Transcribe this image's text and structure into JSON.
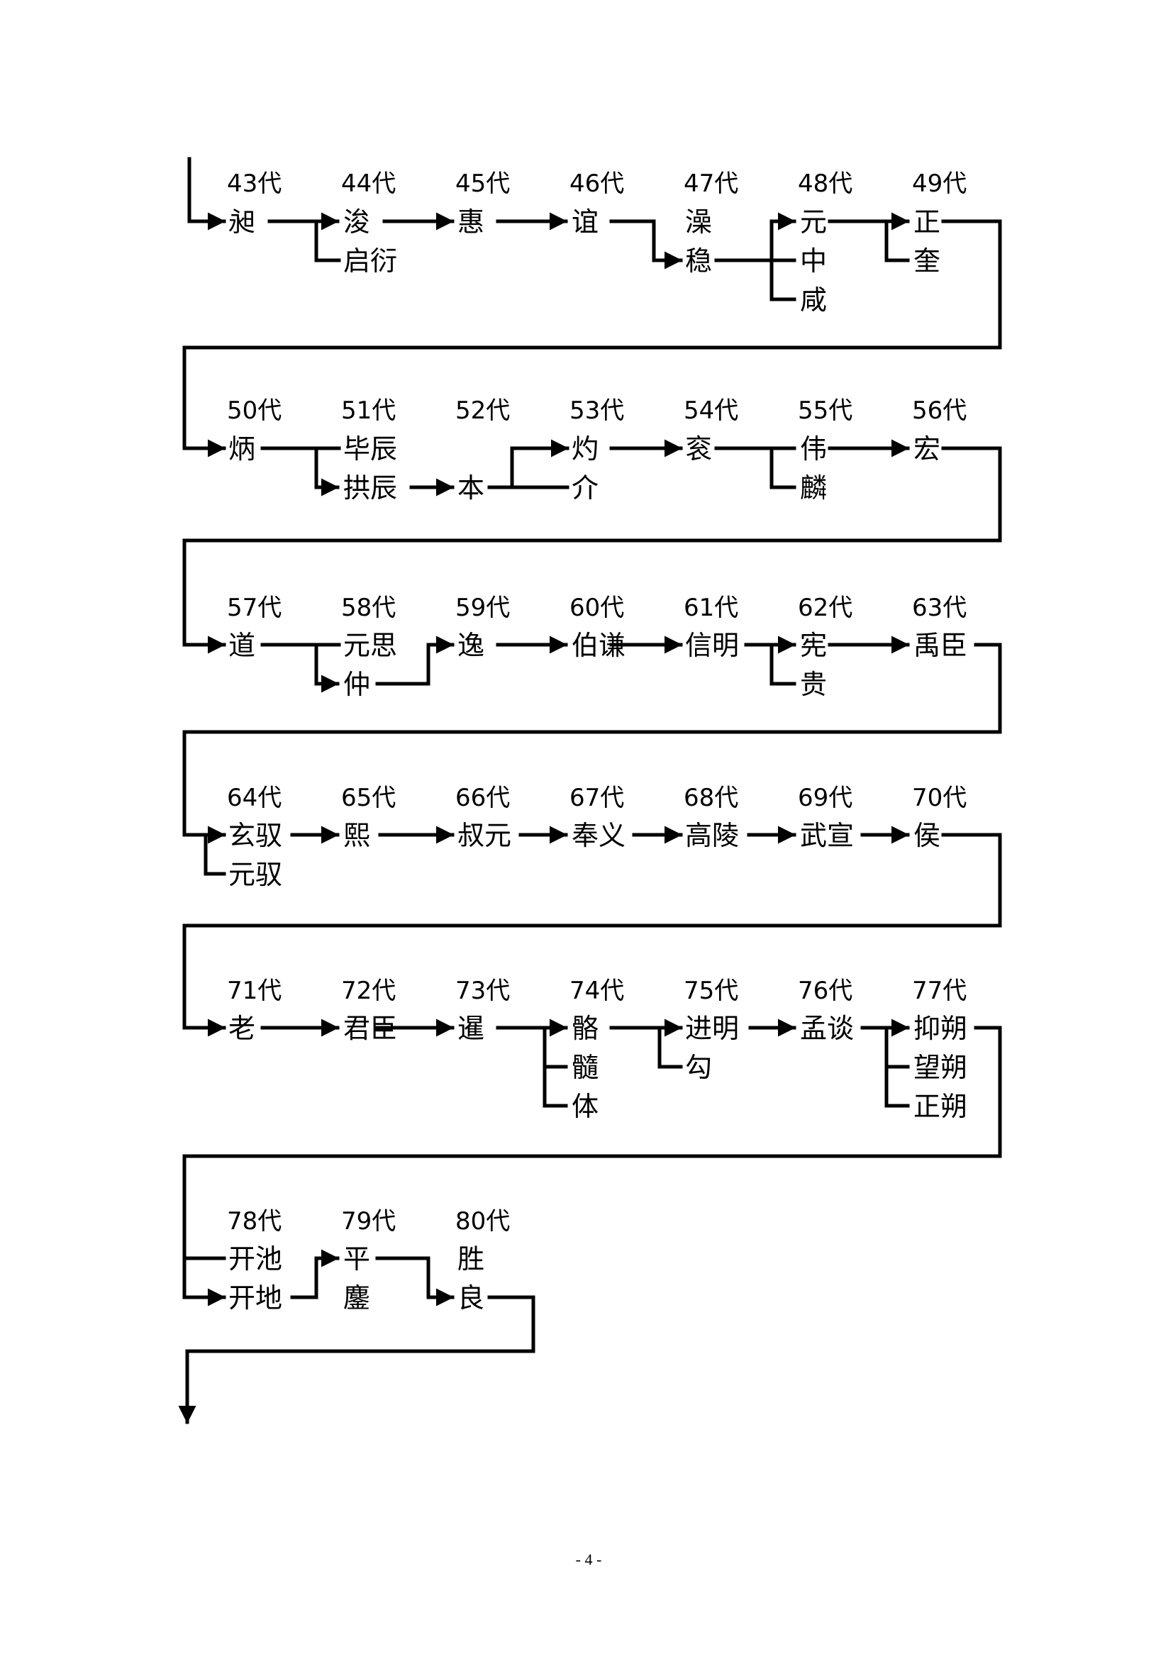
{
  "rows": [
    {
      "generations": [
        "43代",
        "44代",
        "45代",
        "46代",
        "47代",
        "48代",
        "49代"
      ],
      "columns": [
        [
          "昶"
        ],
        [
          "浚",
          "启衍"
        ],
        [
          "惠"
        ],
        [
          "谊"
        ],
        [
          "澡",
          "稳"
        ],
        [
          "元",
          "中",
          "咸"
        ],
        [
          "正",
          "奎"
        ]
      ]
    },
    {
      "generations": [
        "50代",
        "51代",
        "52代",
        "53代",
        "54代",
        "55代",
        "56代"
      ],
      "columns": [
        [
          "炳"
        ],
        [
          "毕辰",
          "拱辰"
        ],
        [
          "本"
        ],
        [
          "灼",
          "介"
        ],
        [
          "衮"
        ],
        [
          "伟",
          "麟"
        ],
        [
          "宏"
        ]
      ]
    },
    {
      "generations": [
        "57代",
        "58代",
        "59代",
        "60代",
        "61代",
        "62代",
        "63代"
      ],
      "columns": [
        [
          "道"
        ],
        [
          "元思",
          "仲"
        ],
        [
          "逸"
        ],
        [
          "伯谦"
        ],
        [
          "信明"
        ],
        [
          "宪",
          "贵"
        ],
        [
          "禹臣"
        ]
      ]
    },
    {
      "generations": [
        "64代",
        "65代",
        "66代",
        "67代",
        "68代",
        "69代",
        "70代"
      ],
      "columns": [
        [
          "玄驭",
          "元驭"
        ],
        [
          "熙"
        ],
        [
          "叔元"
        ],
        [
          "奉义"
        ],
        [
          "高陵"
        ],
        [
          "武宣"
        ],
        [
          "侯"
        ]
      ]
    },
    {
      "generations": [
        "71代",
        "72代",
        "73代",
        "74代",
        "75代",
        "76代",
        "77代"
      ],
      "columns": [
        [
          "老"
        ],
        [
          "君臣"
        ],
        [
          "暹"
        ],
        [
          "骼",
          "髓",
          "体"
        ],
        [
          "进明",
          "勾"
        ],
        [
          "孟谈"
        ],
        [
          "抑朔",
          "望朔",
          "正朔"
        ]
      ]
    },
    {
      "generations": [
        "78代",
        "79代",
        "80代"
      ],
      "columns": [
        [
          "开池",
          "开地"
        ],
        [
          "平",
          "鏖"
        ],
        [
          "胜",
          "良"
        ]
      ]
    }
  ],
  "page_number": "- 4 -"
}
